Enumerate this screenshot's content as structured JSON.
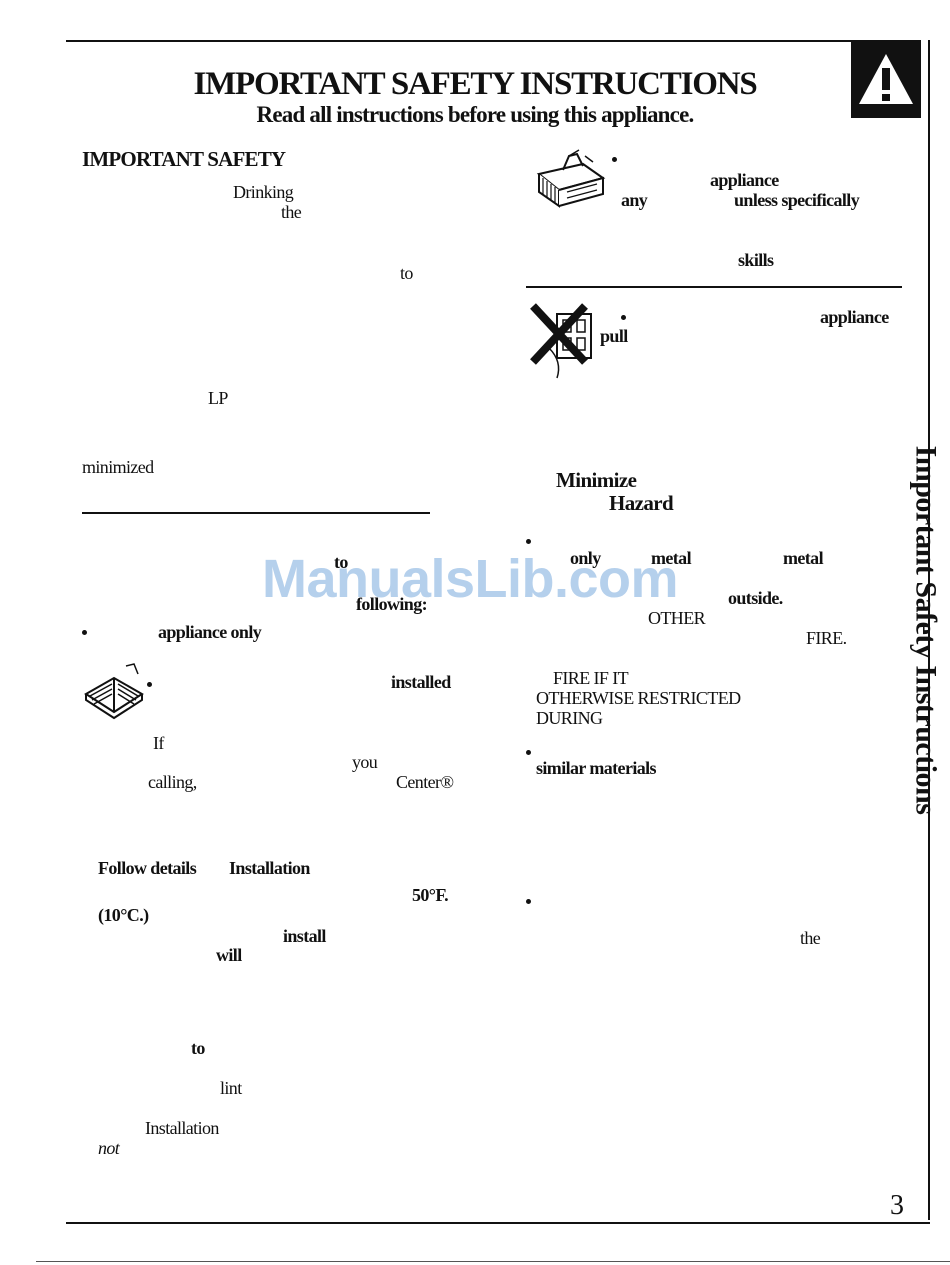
{
  "header": {
    "title": "IMPORTANT SAFETY INSTRUCTIONS",
    "subtitle": "Read all instructions before using this appliance."
  },
  "left_column": {
    "section_heading": "IMPORTANT SAFETY",
    "fragments": [
      {
        "text": "Drinking",
        "bold": false,
        "italic": false
      },
      {
        "text": "the",
        "bold": false,
        "italic": false
      },
      {
        "text": "to",
        "bold": false,
        "italic": false
      },
      {
        "text": "LP",
        "bold": false,
        "italic": false
      },
      {
        "text": "minimized",
        "bold": false,
        "italic": false
      },
      {
        "text": "to",
        "bold": true,
        "italic": false
      },
      {
        "text": "following:",
        "bold": true,
        "italic": false
      },
      {
        "text": "appliance only",
        "bold": true,
        "italic": false
      },
      {
        "text": "installed",
        "bold": true,
        "italic": false
      },
      {
        "text": "If",
        "bold": false,
        "italic": false
      },
      {
        "text": "you",
        "bold": false,
        "italic": false
      },
      {
        "text": "calling,",
        "bold": false,
        "italic": false
      },
      {
        "text": "Center®",
        "bold": false,
        "italic": false
      },
      {
        "text": "Follow details",
        "bold": true,
        "italic": false
      },
      {
        "text": "Installation",
        "bold": true,
        "italic": false
      },
      {
        "text": "50°F.",
        "bold": true,
        "italic": false
      },
      {
        "text": "(10°C.)",
        "bold": true,
        "italic": false
      },
      {
        "text": "install",
        "bold": true,
        "italic": false
      },
      {
        "text": "will",
        "bold": true,
        "italic": false
      },
      {
        "text": "to",
        "bold": true,
        "italic": false
      },
      {
        "text": "lint",
        "bold": false,
        "italic": false
      },
      {
        "text": "Installation",
        "bold": false,
        "italic": false
      },
      {
        "text": "not",
        "bold": false,
        "italic": true
      }
    ]
  },
  "right_column": {
    "fragments": [
      {
        "text": "appliance",
        "bold": true,
        "italic": false
      },
      {
        "text": "any",
        "bold": true,
        "italic": false
      },
      {
        "text": "unless specifically",
        "bold": true,
        "italic": false
      },
      {
        "text": "skills",
        "bold": true,
        "italic": false
      },
      {
        "text": "appliance",
        "bold": true,
        "italic": false
      },
      {
        "text": "pull",
        "bold": true,
        "italic": false
      },
      {
        "text": "Minimize",
        "bold": true,
        "italic": false
      },
      {
        "text": "Hazard",
        "bold": true,
        "italic": false
      },
      {
        "text": "only",
        "bold": true,
        "italic": false
      },
      {
        "text": "metal",
        "bold": true,
        "italic": false
      },
      {
        "text": "metal",
        "bold": true,
        "italic": false
      },
      {
        "text": "outside.",
        "bold": true,
        "italic": false
      },
      {
        "text": "OTHER",
        "bold": false,
        "italic": false
      },
      {
        "text": "FIRE.",
        "bold": false,
        "italic": false
      },
      {
        "text": "FIRE IF IT",
        "bold": false,
        "italic": false
      },
      {
        "text": "OTHERWISE RESTRICTED",
        "bold": false,
        "italic": false
      },
      {
        "text": "DURING",
        "bold": false,
        "italic": false
      },
      {
        "text": "similar materials",
        "bold": true,
        "italic": false
      },
      {
        "text": "the",
        "bold": false,
        "italic": false
      }
    ]
  },
  "side_label": "Important Safety Instructions",
  "warning_icon": {
    "name": "warning-triangle-icon",
    "symbol": "!"
  },
  "page_number": "3",
  "watermark": "ManualsLib.com",
  "icons": [
    "manual-book-icon",
    "toolbox-icon",
    "no-plug-pull-icon"
  ],
  "colors": {
    "ink": "#111111",
    "watermark": "#78aadc"
  }
}
